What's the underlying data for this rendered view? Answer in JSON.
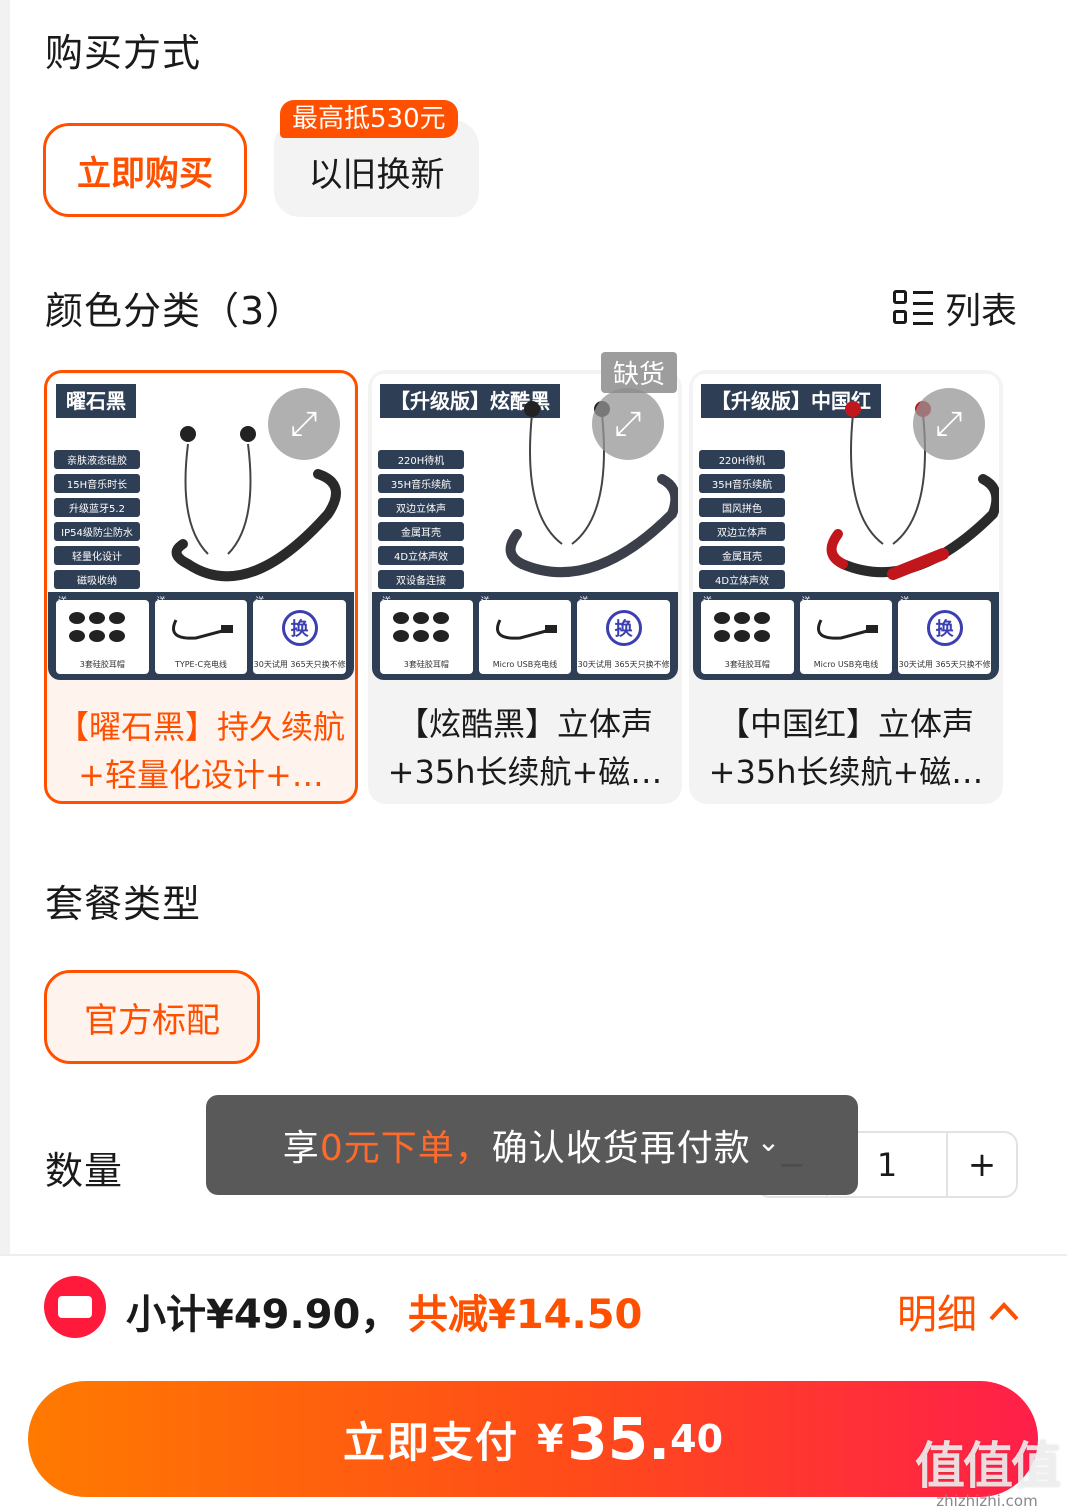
{
  "purchase": {
    "title": "购买方式",
    "options": [
      {
        "label": "立即购买",
        "selected": true
      },
      {
        "label": "以旧换新",
        "selected": false,
        "tag": "最高抵530元"
      }
    ]
  },
  "color": {
    "title": "颜色分类（3）",
    "view_toggle": "列表",
    "items": [
      {
        "label": "【曜石黑】持久续航+轻量化设计+…",
        "selected": true,
        "image_tag": "曜石黑",
        "features": [
          "亲肤液态硅胶",
          "15H音乐时长",
          "升级蓝牙5.2",
          "IP54级防尘防水",
          "轻量化设计",
          "磁吸收纳"
        ],
        "bundle": [
          "3套硅胶耳帽",
          "TYPE-C充电线",
          "30天试用 365天只换不修"
        ],
        "cable_color": "#2a2a2a"
      },
      {
        "label": "【炫酷黑】立体声+35h长续航+磁…",
        "selected": false,
        "out_of_stock": "缺货",
        "image_tag": "【升级版】炫酷黑",
        "features": [
          "220H待机",
          "35H音乐续航",
          "双边立体声",
          "金属耳壳",
          "4D立体声效",
          "双设备连接"
        ],
        "bundle": [
          "3套硅胶耳帽",
          "Micro USB充电线",
          "30天试用 365天只换不修"
        ],
        "cable_color": "#3a3f4a"
      },
      {
        "label": "【中国红】立体声+35h长续航+磁…",
        "selected": false,
        "image_tag": "【升级版】中国红",
        "features": [
          "220H待机",
          "35H音乐续航",
          "国风拼色",
          "双边立体声",
          "金属耳壳",
          "4D立体声效"
        ],
        "bundle": [
          "3套硅胶耳帽",
          "Micro USB充电线",
          "30天试用 365天只换不修"
        ],
        "cable_color": "#c0161c"
      }
    ],
    "bundle_send_label": "送",
    "swap_char": "换"
  },
  "package": {
    "title": "套餐类型",
    "options": [
      {
        "label": "官方标配",
        "selected": true
      }
    ]
  },
  "quantity": {
    "title": "数量",
    "minus": "−",
    "value": "1",
    "plus": "+"
  },
  "toast": {
    "prefix": "享",
    "highlight": "0元下单，",
    "suffix": "确认收货再付款",
    "arrow": "⌄"
  },
  "footer": {
    "subtotal": "小计¥49.90，",
    "discount": "共减¥14.50",
    "detail": "明细",
    "detail_arrow": "^"
  },
  "pay": {
    "label": "立即支付",
    "currency": "¥",
    "amount_int": "35.",
    "amount_dec": "40"
  },
  "watermark": {
    "big": "值值值",
    "small": "zhizhizhi.com"
  },
  "colors": {
    "accent": "#ff5000",
    "toast_bg": "#505050",
    "coupon_red": "#ff1a3c"
  }
}
